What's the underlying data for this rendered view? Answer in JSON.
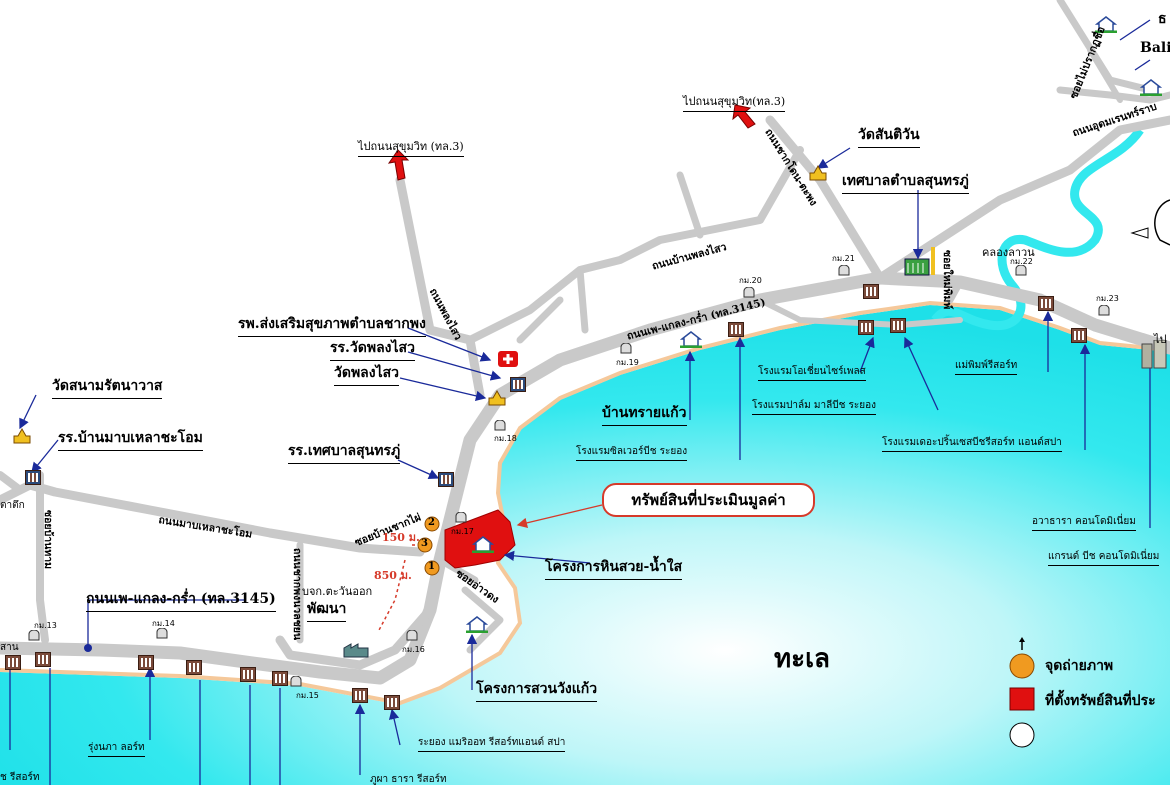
{
  "colors": {
    "sea": "#33e8ee",
    "road": "#c9c9c9",
    "arrow": "#1a2a9a",
    "subject": "#e01010",
    "photo_point": "#f09a20",
    "beach": "#f5c89a",
    "river": "#33e8ee"
  },
  "sea_label": "ทะเล",
  "subject_callout": "ทรัพย์สินที่ประเมินมูลค่า",
  "to_sukhumvit_left": "ไปถนนสุขุมวิท (ทล.3)",
  "to_sukhumvit_right": "ไปถนนสุขุมวิท(ทล.3)",
  "places": {
    "wat_sanamrat": "วัดสนามรัตนาวาส",
    "school_banmab": "รร.บ้านมาบเหลาชะโอม",
    "hospital": "รพ.ส่งเสริมสุขภาพตำบลชากพง",
    "school_wat": "รร.วัดพลงไสว",
    "wat_phlong": "วัดพลงไสว",
    "school_municipal": "รร.เทศบาลสุนทรภู่",
    "wat_santiwan": "วัดสันติวัน",
    "municipality": "เทศบาลตำบลสุนทรภู่",
    "ban_saikaew": "บ้านทรายแก้ว",
    "project_hin": "โครงการหินสวย-น้ำใส",
    "project_suan": "โครงการสวนวังแก้ว",
    "company": "บจก.ตะวันออก",
    "company2": "พัฒนา",
    "silver_beach": "โรงแรมซิลเวอร์บีช ระยอง",
    "ocean_sky": "โรงแรมโอเชี่ยนไซร์เพลส",
    "palm_marine": "โรงแรมปาล์ม มาลีบีช ระยอง",
    "prime_beach": "โรงแรมเดอะปริ้นเซสบีชรีสอร์ท แอนด์สปา",
    "maephim": "แม่พิมพ์รีสอร์ท",
    "avatara": "อวาธารา คอนโดมิเนี่ยม",
    "grand_beach": "แกรนด์ บีช คอนโดมิเนี่ยม",
    "rung_kanda": "รุ่งนภา ลอร์ท",
    "marriott": "ระยอง แมริออท รีสอร์ทแอนด์ สปา",
    "phuna": "ภูผา ธารา รีสอร์ท",
    "resort_left": "ช รีสอร์ท",
    "bali": "Bali I",
    "top_right": "ธ",
    "khlong": "คลองลาวน",
    "to_right": "ไป",
    "left_edge1": "สาน",
    "left_edge2": "ตาตึก"
  },
  "roads": {
    "phe_klaeng_left": "ถนนเพ-แกลง-กร่ำ (ทล.3145)",
    "phe_klaeng_main": "ถนนเพ-แกลง-กร่ำ (ทล.3145)",
    "banmab_road": "ถนนมาบเหลาชะโอม",
    "ban_phlong_road": "ถนนบ้านพลงไสว",
    "phlong_sawai": "ถนนพลงไสว",
    "chakphong": "ถนนชากโดน-ตะพง",
    "soi_ban_chakphai": "ซอยบ้านชากไผ่",
    "soi_aowdong": "ซอยอ่าวดง",
    "udom_road": "ถนนอุดมเรนทร์ราบ",
    "soi_left": "ซอยบ้านทาม",
    "soi_khlong": "ซอยใหม่พิมพ์",
    "road_vertical": "ถนนชากพงนวลชยน",
    "top_soi": "ซอยไม่ปรากฏชื่อ"
  },
  "km_markers": [
    "กม.13",
    "กม.14",
    "กม.15",
    "กม.16",
    "กม.17",
    "กม.18",
    "กม.19",
    "กม.20",
    "กม.21",
    "กม.22",
    "กม.23"
  ],
  "distances": {
    "d150": "150 ม.",
    "d850": "850 ม."
  },
  "photo_points": [
    "1",
    "2",
    "3"
  ],
  "legend": {
    "photo": "จุดถ่ายภาพ",
    "subject": "ที่ตั้งทรัพย์สินที่ประ"
  }
}
